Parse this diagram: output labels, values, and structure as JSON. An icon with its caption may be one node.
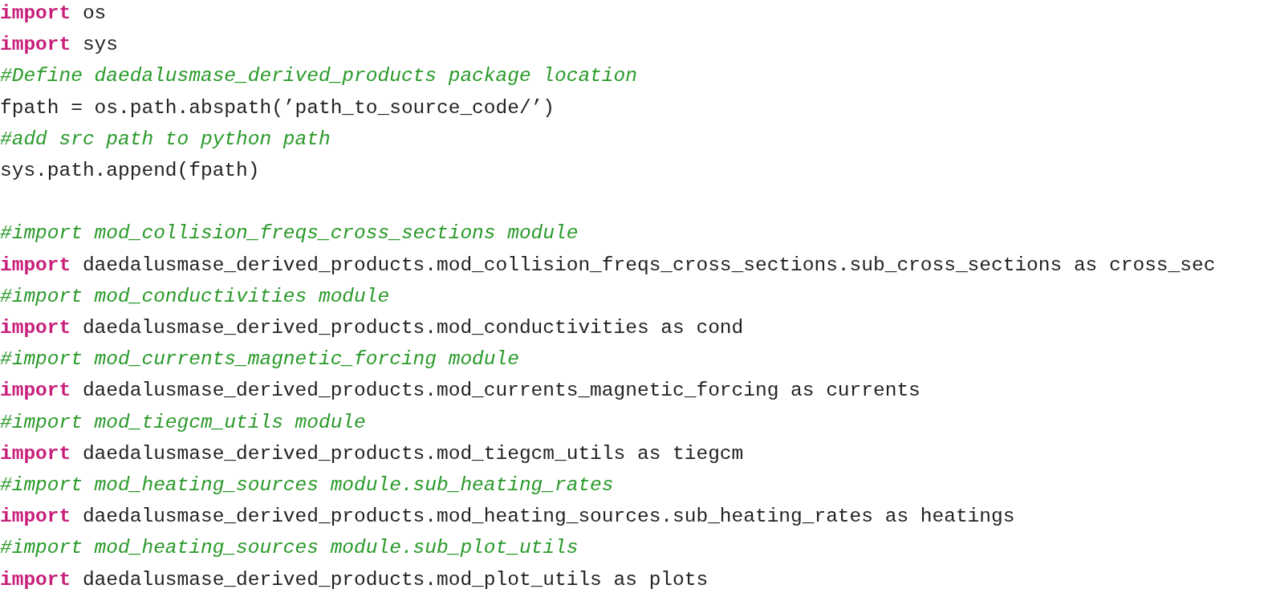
{
  "diagram": {
    "labels": [
      "**import** os",
      "**import** sys",
      "#Define daedalusmase_derived_products package location",
      "fpath = os.path.abspath(’path_to_source_code/’)",
      "#add src path to python path",
      "sys.path.append(fpath)",
      "#import mod_collision_freqs_cross_sections module",
      "**import** daedalusmase_derived_products.mod_collision_freqs_cross_sections.sub_cross_sections as cross_sec",
      "#import mod_conductivities module",
      "**import** daedalusmase_derived_products.mod_conductivities as cond",
      "#import mod_currents_magnetic_forcing module",
      "**import** daedalusmase_derived_products.mod_currents_magnetic_forcing as currents",
      "#import mod_tiegcm_utils module",
      "**import** daedalusmase_derived_products.mod_tiegcm_utils as tiegcm",
      "#import mod_heating_sources module.sub_heating_rates",
      "**import** daedalusmase_derived_products.mod_heating_sources.sub_heating_rates as heatings",
      "#import mod_heating_sources module.sub_plot_utils",
      "**import** daedalusmase_derived_products.mod_plot_utils as plots"
    ]
  }
}
